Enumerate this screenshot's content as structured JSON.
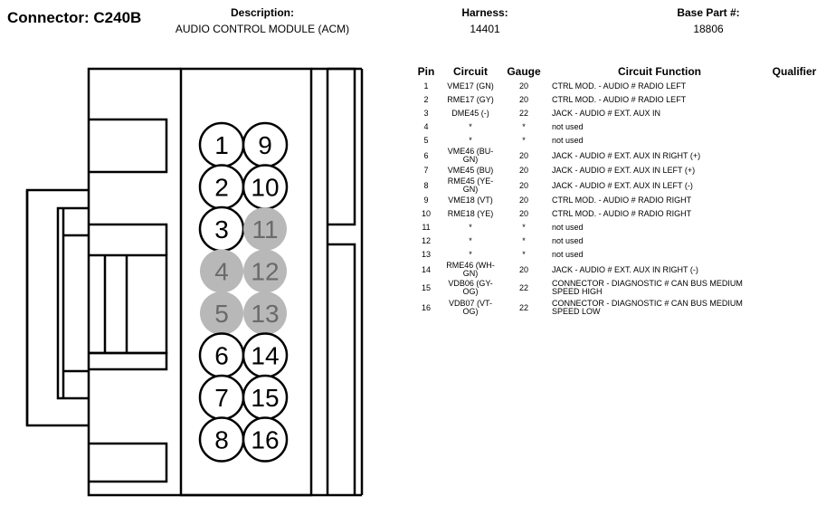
{
  "header": {
    "connector": "Connector: C240B",
    "description_label": "Description:",
    "description_value": "AUDIO CONTROL MODULE (ACM)",
    "harness_label": "Harness:",
    "harness_value": "14401",
    "base_part_label": "Base Part #:",
    "base_part_value": "18806"
  },
  "table": {
    "headers": [
      "Pin",
      "Circuit",
      "Gauge",
      "Circuit Function",
      "Qualifier"
    ],
    "rows": [
      {
        "pin": "1",
        "circuit": "VME17 (GN)",
        "gauge": "20",
        "function": "CTRL MOD. - AUDIO # RADIO LEFT"
      },
      {
        "pin": "2",
        "circuit": "RME17 (GY)",
        "gauge": "20",
        "function": "CTRL MOD. - AUDIO # RADIO LEFT"
      },
      {
        "pin": "3",
        "circuit": "DME45 (-)",
        "gauge": "22",
        "function": "JACK - AUDIO # EXT. AUX IN"
      },
      {
        "pin": "4",
        "circuit": "*",
        "gauge": "*",
        "function": "not used"
      },
      {
        "pin": "5",
        "circuit": "*",
        "gauge": "*",
        "function": "not used"
      },
      {
        "pin": "6",
        "circuit": "VME46 (BU-GN)",
        "gauge": "20",
        "function": "JACK - AUDIO # EXT. AUX IN RIGHT (+)"
      },
      {
        "pin": "7",
        "circuit": "VME45 (BU)",
        "gauge": "20",
        "function": "JACK - AUDIO # EXT. AUX IN LEFT (+)"
      },
      {
        "pin": "8",
        "circuit": "RME45 (YE-GN)",
        "gauge": "20",
        "function": "JACK - AUDIO # EXT. AUX IN LEFT (-)"
      },
      {
        "pin": "9",
        "circuit": "VME18 (VT)",
        "gauge": "20",
        "function": "CTRL MOD. - AUDIO # RADIO RIGHT"
      },
      {
        "pin": "10",
        "circuit": "RME18 (YE)",
        "gauge": "20",
        "function": "CTRL MOD. - AUDIO # RADIO RIGHT"
      },
      {
        "pin": "11",
        "circuit": "*",
        "gauge": "*",
        "function": "not used"
      },
      {
        "pin": "12",
        "circuit": "*",
        "gauge": "*",
        "function": "not used"
      },
      {
        "pin": "13",
        "circuit": "*",
        "gauge": "*",
        "function": "not used"
      },
      {
        "pin": "14",
        "circuit": "RME46 (WH-GN)",
        "gauge": "20",
        "function": "JACK - AUDIO # EXT. AUX IN RIGHT (-)"
      },
      {
        "pin": "15",
        "circuit": "VDB06 (GY-OG)",
        "gauge": "22",
        "function": "CONNECTOR - DIAGNOSTIC # CAN BUS MEDIUM SPEED HIGH"
      },
      {
        "pin": "16",
        "circuit": "VDB07 (VT-OG)",
        "gauge": "22",
        "function": "CONNECTOR - DIAGNOSTIC # CAN BUS MEDIUM SPEED LOW"
      }
    ]
  },
  "diagram": {
    "pins": [
      {
        "label": "1",
        "used": true
      },
      {
        "label": "2",
        "used": true
      },
      {
        "label": "3",
        "used": true
      },
      {
        "label": "4",
        "used": false
      },
      {
        "label": "5",
        "used": false
      },
      {
        "label": "6",
        "used": true
      },
      {
        "label": "7",
        "used": true
      },
      {
        "label": "8",
        "used": true
      },
      {
        "label": "9",
        "used": true
      },
      {
        "label": "10",
        "used": true
      },
      {
        "label": "11",
        "used": false
      },
      {
        "label": "12",
        "used": false
      },
      {
        "label": "13",
        "used": false
      },
      {
        "label": "14",
        "used": true
      },
      {
        "label": "15",
        "used": true
      },
      {
        "label": "16",
        "used": true
      }
    ],
    "colors": {
      "used_fill": "#ffffff",
      "unused_fill": "#b8b8b8",
      "unused_text": "#6a6a6a",
      "outline": "#000000"
    }
  }
}
